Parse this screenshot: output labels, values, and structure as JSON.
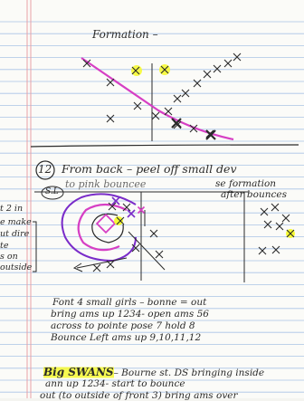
{
  "page": {
    "paper_color": "#fbfbf8",
    "rule_color": "#a9c4e6",
    "margin_line_color": "#e8a0a6",
    "ink_color": "#2a2a2a",
    "pink_ink": "#d63fc4",
    "purple_ink": "#7a2cc9",
    "highlight_color": "#f6fa32"
  },
  "section1": {
    "title": "Formation –"
  },
  "section2": {
    "number": "12",
    "heading_line1": "From back – peel off small dev",
    "heading_line2": "to pink bouncee",
    "sl_label": "S.L",
    "right_note_line1": "se formation",
    "right_note_line2": "after bounces",
    "left_notes": [
      "t 2 in",
      "e make",
      "ut dire",
      "te",
      "s on",
      "outside"
    ],
    "arrow_label": "←"
  },
  "section3": {
    "lines": [
      "Font 4 small girls – bonne = out",
      "bring ams up 1234- open ams 56",
      "across to pointe pose 7 hold 8",
      "Bounce Left ams up 9,10,11,12"
    ]
  },
  "section4": {
    "highlight_text": "Big SWANS",
    "line1_rest": "– Bourne st. DS bringing inside",
    "line2": "ann up 1234- start to bounce",
    "line3": "out (to outside of front 3) bring ams over"
  }
}
